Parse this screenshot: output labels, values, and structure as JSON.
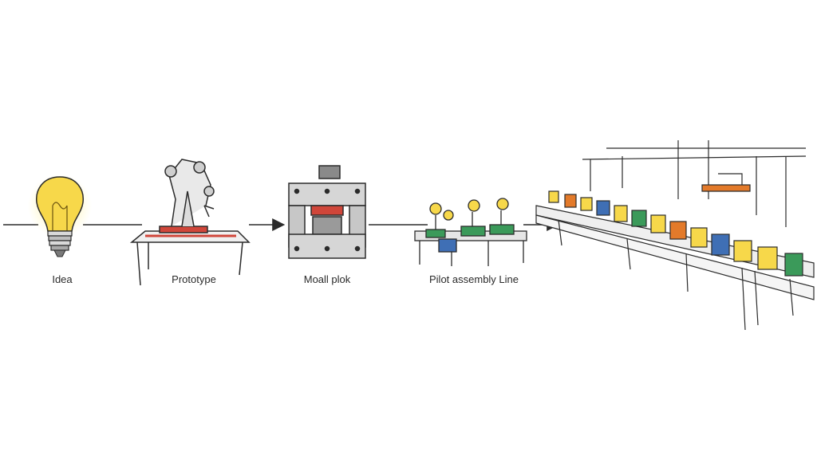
{
  "stages": [
    {
      "label": "Idea",
      "icon": "lightbulb-icon"
    },
    {
      "label": "Prototype",
      "icon": "robot-arm-icon"
    },
    {
      "label": "Moall plok",
      "icon": "mold-press-icon"
    },
    {
      "label": "Pilot assembly Line",
      "icon": "pilot-line-icon"
    },
    {
      "label": "",
      "icon": "factory-line-icon"
    }
  ],
  "colors": {
    "ink": "#2b2b2b",
    "bulb": "#f7d84a",
    "red": "#d0463a",
    "green": "#3b9a5a",
    "blue": "#3f6fb5",
    "orange": "#e37a2a"
  }
}
